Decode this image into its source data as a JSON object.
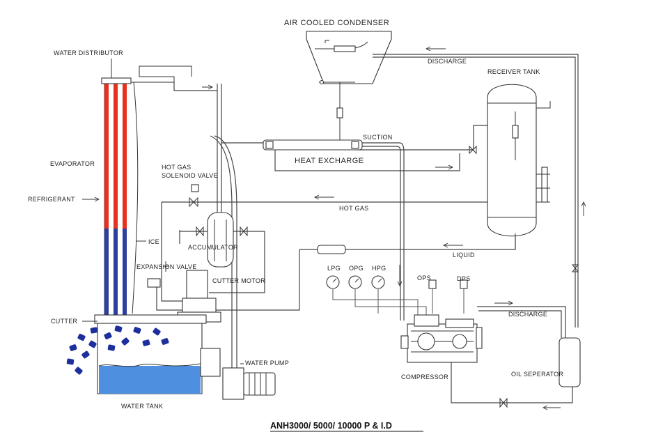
{
  "labels": {
    "air_cooled_condenser": "AIR COOLED CONDENSER",
    "water_distributor": "WATER DISTRIBUTOR",
    "discharge_top": "DISCHARGE",
    "receiver_tank": "RECEIVER TANK",
    "suction": "SUCTION",
    "heat_exchange": "HEAT EXCHARGE",
    "evaporator": "EVAPORATOR",
    "hot_gas_solenoid_line1": "HOT GAS",
    "hot_gas_solenoid_line2": "SOLENOID VALVE",
    "refrigerant": "REFRIGERANT",
    "hot_gas": "HOT GAS",
    "accumulator": "ACCUMULATOR",
    "ice": "ICE",
    "liquid": "LIQUID",
    "expansion_valve": "EXPANSION VALVE",
    "cutter_motor": "CUTTER MOTOR",
    "lpg": "LPG",
    "opg": "OPG",
    "hpg": "HPG",
    "ops": "OPS",
    "dps": "DPS",
    "cutter": "CUTTER",
    "discharge_bottom": "DISCHARGE",
    "water_pump": "WATER PUMP",
    "compressor": "COMPRESSOR",
    "oil_seperator": "OIL SEPERATOR",
    "water_tank": "WATER TANK",
    "footer_title": "ANH3000/ 5000/ 10000   P & I.D"
  },
  "colors": {
    "tube_top": "#e8301c",
    "tube_bottom": "#2b3f9e",
    "ice_cube": "#1c2f9c",
    "water": "#4f8fe0",
    "line": "#333333"
  },
  "icons": {
    "pressure_gauge": "pressure-gauge-icon",
    "valve": "valve-icon",
    "flow_arrow": "arrow-icon"
  }
}
